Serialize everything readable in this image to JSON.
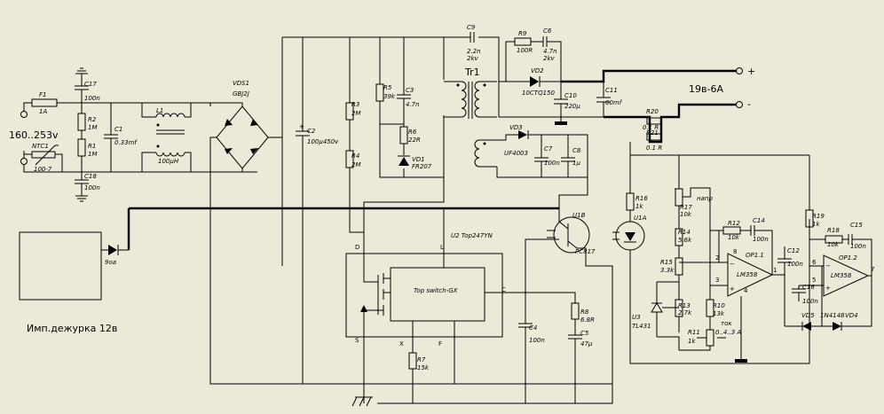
{
  "labels": {
    "f1": "F1",
    "f1_val": "1A",
    "input_voltage": "160..253v",
    "ntc": "NTC1",
    "ntc_val": "100-7",
    "c17": "C17",
    "c17_val": "100n",
    "c18": "C18",
    "c18_val": "100n",
    "r2": "R2",
    "r2_val": "1M",
    "r1": "R1",
    "r1_val": "1M",
    "c1": "C1",
    "c1_val": "0.33mf",
    "l1": "L1",
    "l1_val": "100μH",
    "vds1": "VDS1",
    "vds1_val": "GBJ2J",
    "c2": "C2",
    "c2_val": "100μ450v",
    "r3": "R3",
    "r3_val": "2M",
    "r4": "R4",
    "r4_val": "2M",
    "r5": "R5",
    "r5_val": "39k",
    "c3": "C3",
    "c3_val": "4.7n",
    "r6": "R6",
    "r6_val": "22R",
    "vd1": "VD1",
    "vd1_val": "FR207",
    "c9": "C9",
    "c9_val": "2.2n",
    "c9_v": "2kv",
    "r9": "R9",
    "r9_val": "100R",
    "c6": "C6",
    "c6_val": "4.7n",
    "c6_v": "2kv",
    "tr1": "Tr1",
    "vd2": "VD2",
    "vd2_val": "10CTQ150",
    "c10": "C10",
    "c10_val": "220μ",
    "c11": "C11",
    "c11_val": "60mf",
    "plus": "+",
    "minus": "-",
    "output": "19в-6A",
    "r20": "R20",
    "r20_val": "0.1 R",
    "r21": "R21",
    "r21_val": "0.1 R",
    "vd3": "VD3",
    "vd3_val": "UF4003",
    "c7": "C7",
    "c7_val": "100n",
    "c8": "C8",
    "c8_val": "1μ",
    "u1b": "U1B",
    "pc817": "PC817",
    "u2": "U2 Top247YN",
    "pin_d": "D",
    "pin_l": "L",
    "pin_c": "C",
    "pin_s": "S",
    "pin_x": "X",
    "pin_f": "F",
    "topswitch": "Top switch-GX",
    "c4": "C4",
    "c4_val": "100n",
    "r8": "R8",
    "r8_val": "6.8R",
    "c5": "C5",
    "c5_val": "47μ",
    "r7": "R7",
    "r7_val": "15k",
    "vd_aux": "9оа",
    "standby": "Имп.дежурка 12в",
    "r16": "R16",
    "r16_val": "1k",
    "u1a": "U1A",
    "r17": "R17",
    "r17_val": "10k",
    "napr": "напр",
    "r12": "R12",
    "r12_val": "10k",
    "c14": "C14",
    "c14_val": "100n",
    "r14": "R14",
    "r14_val": "5.6k",
    "r15": "R15",
    "r15_val": "3.3k",
    "op11": "OP1.1",
    "lm358a": "LM358",
    "c12": "C12",
    "c12_val": "100n",
    "r19": "R19",
    "r19_val": "1k",
    "r18": "R18",
    "r18_val": "10k",
    "c15": "C15",
    "c15_val": "100n",
    "op12": "OP1.2",
    "lm358b": "LM358",
    "c16": "C16",
    "c16_val": "100n",
    "u3": "U3",
    "u3_val": "TL431",
    "r13": "R13",
    "r13_val": "2.7k",
    "r10": "R10",
    "r10_val": "13k",
    "tok": "ток",
    "tok_range": "0..4..3 A",
    "r11": "R11",
    "r11_val": "1k",
    "vd5": "VD5",
    "vd_val": "1N4148",
    "vd4": "VD4",
    "pin_8": "8",
    "pin_2": "2",
    "pin_3": "3",
    "pin_1": "1",
    "pin_4": "4",
    "pin_6": "6",
    "pin_5": "5",
    "pin_7": "7"
  }
}
